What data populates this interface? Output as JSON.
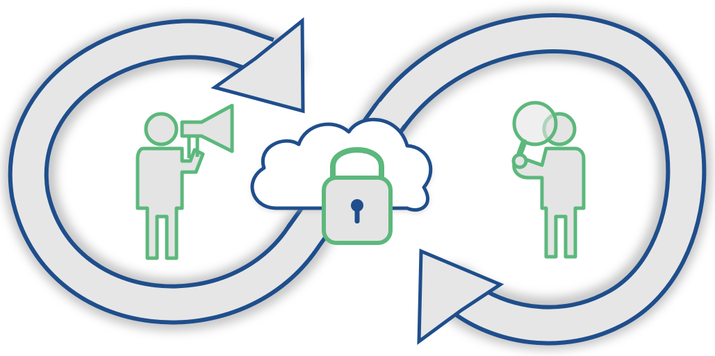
{
  "diagram": {
    "icons": [
      {
        "id": "loop",
        "name": "infinity-loop-arrows"
      },
      {
        "id": "cloud",
        "name": "cloud-icon"
      },
      {
        "id": "lock",
        "name": "padlock-icon"
      },
      {
        "id": "announcer",
        "name": "person-with-megaphone-icon"
      },
      {
        "id": "inspector",
        "name": "person-with-magnifier-icon"
      }
    ],
    "colors": {
      "loop_outline": "#1f4e8c",
      "loop_fill": "#e6e6e6",
      "glow": "#b9b9b9",
      "accent_green": "#5cb87c",
      "cloud_fill": "#ffffff",
      "person_fill": "#e4e4e4",
      "keyhole": "#1f4e8c",
      "background": "#ffffff"
    }
  }
}
